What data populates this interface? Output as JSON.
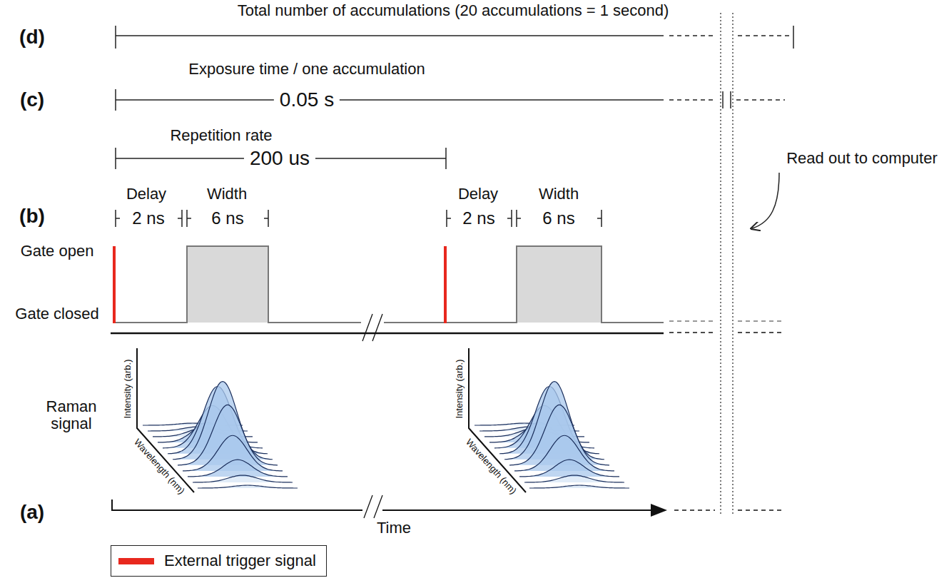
{
  "diagram": {
    "labels": [
      "Total number of accumulations (20 accumulations = 1 second)",
      "(d)",
      "(c)",
      "Exposure time / one accumulation",
      "0.05 s",
      "Repetition rate",
      "200 us",
      "Read out to computer",
      "(b)",
      "Delay",
      "2 ns",
      "Width",
      "6 ns",
      "Gate open",
      "Gate closed",
      "Delay",
      "2 ns",
      "Width",
      "6 ns",
      "Raman signal",
      "Intensity (arb.)",
      "Wavelength (nm)",
      "Intensity (arb.)",
      "Wavelength (nm)",
      "(a)",
      "Time"
    ],
    "legend": [
      {
        "text": "External trigger signal",
        "color": "#e8281e"
      }
    ]
  }
}
